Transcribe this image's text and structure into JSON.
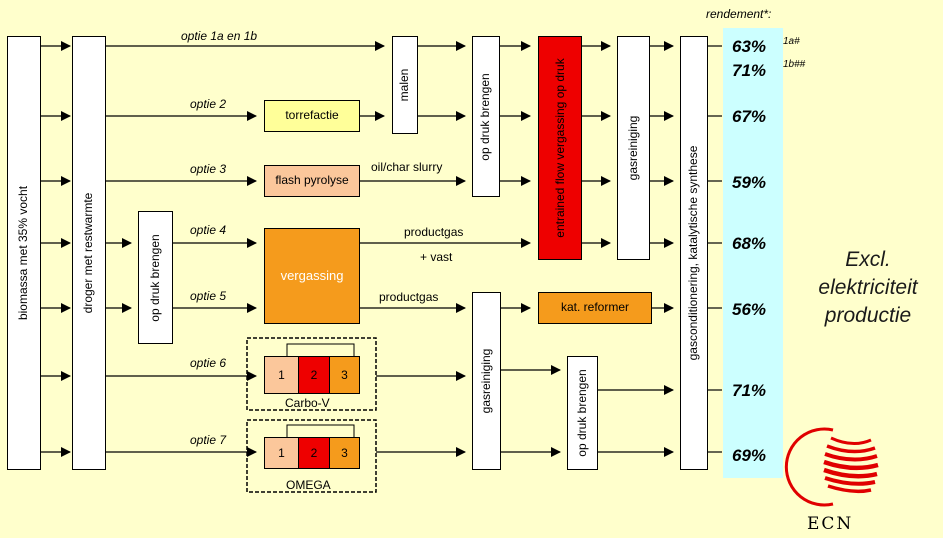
{
  "colors": {
    "background": "#ffffcc",
    "rendement_band": "#ccffff",
    "torrefactie": "#ffff99",
    "flash_pyrolyse": "#fbc79b",
    "vergassing": "#f59b1c",
    "entrained_flow": "#ee0000",
    "kat_reformer": "#f59b1c",
    "stage1": "#fbc79b",
    "stage2": "#ee0000",
    "stage3": "#f59b1c",
    "logo_red": "#e00000"
  },
  "header": {
    "rendement_label": "rendement*:"
  },
  "boxes": {
    "biomassa": "biomassa met 35% vocht",
    "droger": "droger met restwarmte",
    "op_druk_brengen_left": "op druk brengen",
    "malen": "malen",
    "op_druk_brengen_mid": "op druk brengen",
    "entrained_flow": "entrained flow vergassing op druk",
    "gasreiniging_top": "gasreiniging",
    "gasconditionering": "gasconditionering, katalytische synthese",
    "torrefactie": "torrefactie",
    "flash_pyrolyse": "flash pyrolyse",
    "vergassing": "vergassing",
    "gasreiniging_bottom": "gasreiniging",
    "kat_reformer": "kat. reformer",
    "op_druk_brengen_right": "op druk brengen",
    "carbo_v": "Carbo-V",
    "omega": "OMEGA",
    "stage_labels": [
      "1",
      "2",
      "3"
    ]
  },
  "options": {
    "optie_1": "optie 1a en 1b",
    "optie_2": "optie 2",
    "optie_3": "optie 3",
    "optie_4": "optie 4",
    "optie_5": "optie 5",
    "optie_6": "optie 6",
    "optie_7": "optie 7"
  },
  "flow_labels": {
    "oil_char": "oil/char slurry",
    "productgas_1": "productgas",
    "plus_vast": "+  vast",
    "productgas_2": "productgas"
  },
  "rendement": {
    "r1a": "63%",
    "r1a_note": "1a#",
    "r1b": "71%",
    "r1b_note": "1b##",
    "r2": "67%",
    "r3": "59%",
    "r4": "68%",
    "r5": "56%",
    "r6": "71%",
    "r7": "69%"
  },
  "note": {
    "line1": "Excl.",
    "line2": "elektriciteit",
    "line3": "productie"
  },
  "logo": {
    "text": "ECN"
  }
}
